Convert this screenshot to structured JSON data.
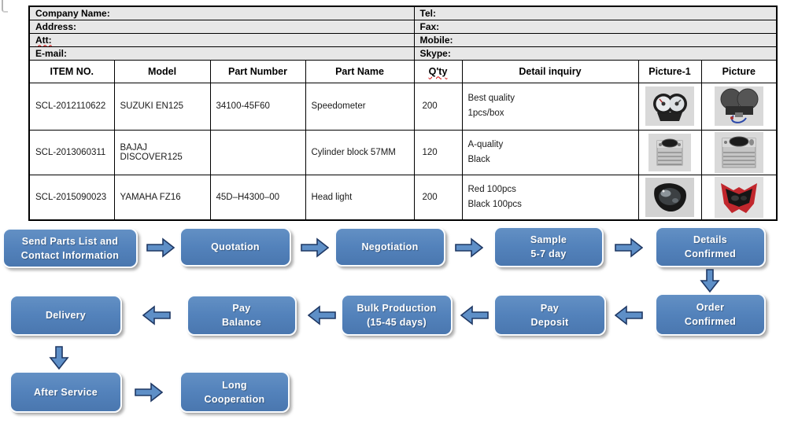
{
  "contact_table": {
    "rows": [
      {
        "left": "Company Name:",
        "right": "Tel:"
      },
      {
        "left": "Address:",
        "right": "Fax:"
      },
      {
        "left": "Att:",
        "right": "Mobile:"
      },
      {
        "left": "E-mail:",
        "right": "Skype:"
      }
    ]
  },
  "parts_table": {
    "headers": [
      "ITEM NO.",
      "Model",
      "Part Number",
      "Part Name",
      "Q'ty",
      "Detail inquiry",
      "Picture-1",
      "Picture"
    ],
    "rows": [
      {
        "item_no": "SCL-2012110622",
        "model": "SUZUKI EN125",
        "part_number": "34100-45F60",
        "part_name": "Speedometer",
        "qty": "200",
        "detail_line1": "Best quality",
        "detail_line2": "1pcs/box",
        "picture1": "speedometer-front-photo",
        "picture2": "speedometer-back-photo"
      },
      {
        "item_no": "SCL-2013060311",
        "model": "BAJAJ DISCOVER125",
        "part_number": "",
        "part_name": "Cylinder block 57MM",
        "qty": "120",
        "detail_line1": "A-quality",
        "detail_line2": "Black",
        "picture1": "cylinder-block-photo",
        "picture2": "cylinder-block-large-photo"
      },
      {
        "item_no": "SCL-2015090023",
        "model": "YAMAHA FZ16",
        "part_number": "45D–H4300–00",
        "part_name": "Head light",
        "qty": "200",
        "detail_line1": "Red 100pcs",
        "detail_line2": "Black 100pcs",
        "picture1": "headlight-front-photo",
        "picture2": "headlight-red-photo"
      }
    ]
  },
  "flowchart": {
    "nodes": [
      {
        "line1": "Send Parts List and",
        "line2": "Contact Information"
      },
      {
        "line1": "Quotation"
      },
      {
        "line1": "Negotiation"
      },
      {
        "line1": "Sample",
        "line2": "5-7 day"
      },
      {
        "line1": "Details",
        "line2": "Confirmed"
      },
      {
        "line1": "Delivery"
      },
      {
        "line1": "Pay",
        "line2": "Balance"
      },
      {
        "line1": "Bulk Production",
        "line2": "(15-45 days)"
      },
      {
        "line1": "Pay",
        "line2": "Deposit"
      },
      {
        "line1": "Order",
        "line2": "Confirmed"
      },
      {
        "line1": "After Service"
      },
      {
        "line1": "Long",
        "line2": "Cooperation"
      }
    ]
  },
  "colors": {
    "flow_box_blue": "#5585BE",
    "arrow_fill": "#5E8FC7",
    "arrow_outline": "#1F3864",
    "contact_row_bg": "#E7E7E7",
    "table_border": "#000000",
    "spellcheck_red": "#D20000",
    "thumb_background": "#D9D9D9"
  }
}
